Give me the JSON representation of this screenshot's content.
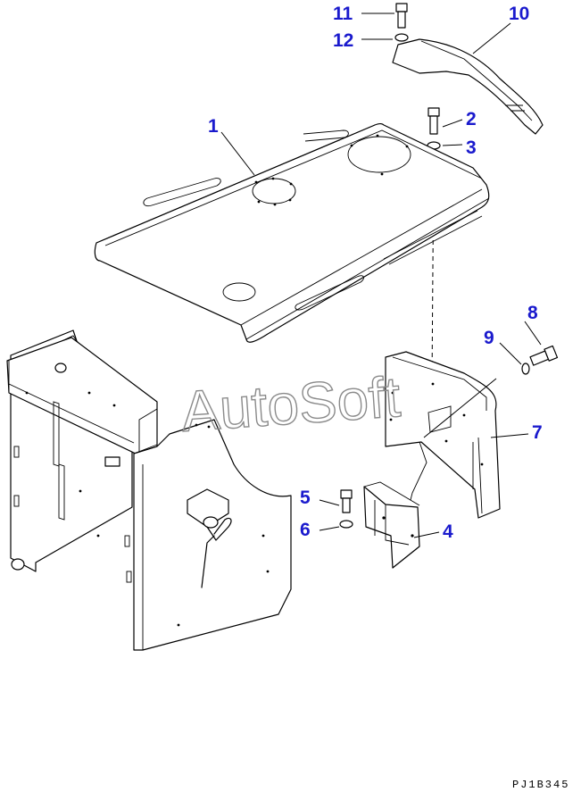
{
  "watermark": "AutoSoft",
  "drawing_code": "PJ1B345",
  "callouts": [
    "1",
    "2",
    "3",
    "4",
    "5",
    "6",
    "7",
    "8",
    "9",
    "10",
    "11",
    "12"
  ],
  "colors": {
    "callout": "#1a1acd",
    "line": "#000000",
    "watermark": "#8a8a8a"
  }
}
